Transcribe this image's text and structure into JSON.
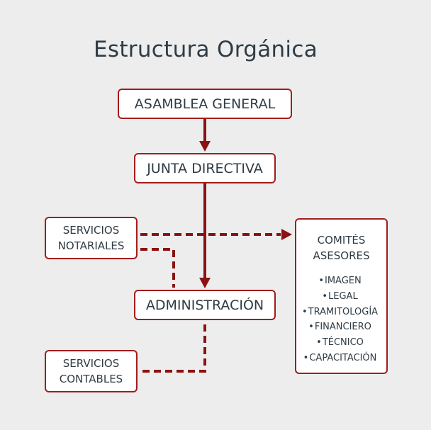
{
  "title": "Estructura Orgánica",
  "colors": {
    "accent": "#8b1212",
    "text": "#2f3b44",
    "background": "#ededed"
  },
  "nodes": {
    "asamblea": "ASAMBLEA GENERAL",
    "junta": "JUNTA DIRECTIVA",
    "administracion": "ADMINISTRACIÓN",
    "notariales": [
      "SERVICIOS",
      "NOTARIALES"
    ],
    "contables": [
      "SERVICIOS",
      "CONTABLES"
    ],
    "comites": {
      "title": [
        "COMITÉS",
        "ASESORES"
      ],
      "items": [
        "IMAGEN",
        "LEGAL",
        "TRAMITOLOGÍA",
        "FINANCIERO",
        "TÉCNICO",
        "CAPACITACIÓN"
      ]
    }
  }
}
